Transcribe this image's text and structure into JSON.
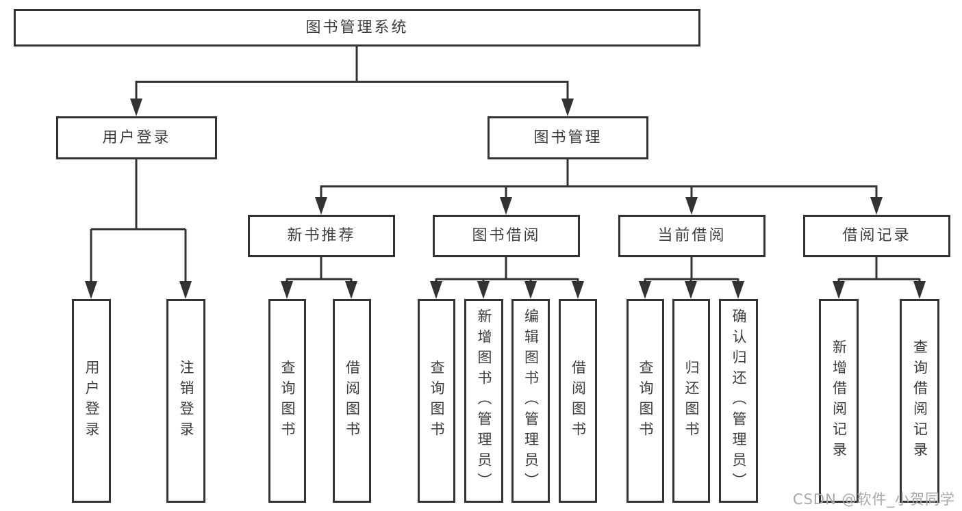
{
  "diagram": {
    "title": "图书管理系统",
    "root": {
      "label": "图书管理系统"
    },
    "level2": [
      {
        "label": "用户登录",
        "children": [
          {
            "label": "用户登录"
          },
          {
            "label": "注销登录"
          }
        ]
      },
      {
        "label": "图书管理",
        "children": [
          {
            "label": "新书推荐",
            "children": [
              {
                "label": "查询图书"
              },
              {
                "label": "借阅图书"
              }
            ]
          },
          {
            "label": "图书借阅",
            "children": [
              {
                "label": "查询图书"
              },
              {
                "label": "新增图书（管理员）"
              },
              {
                "label": "编辑图书（管理员）"
              },
              {
                "label": "借阅图书"
              }
            ]
          },
          {
            "label": "当前借阅",
            "children": [
              {
                "label": "查询图书"
              },
              {
                "label": "归还图书"
              },
              {
                "label": "确认归还（管理员）"
              }
            ]
          },
          {
            "label": "借阅记录",
            "children": [
              {
                "label": "新增借阅记录"
              },
              {
                "label": "查询借阅记录"
              }
            ]
          }
        ]
      }
    ]
  },
  "watermark": "CSDN @软件_小贺同学",
  "colors": {
    "line": "#333333",
    "box_border": "#333333",
    "box_background": "#ffffff",
    "text": "#3d3d3d",
    "watermark": "#a8a8a8",
    "page_background": "#ffffff"
  }
}
